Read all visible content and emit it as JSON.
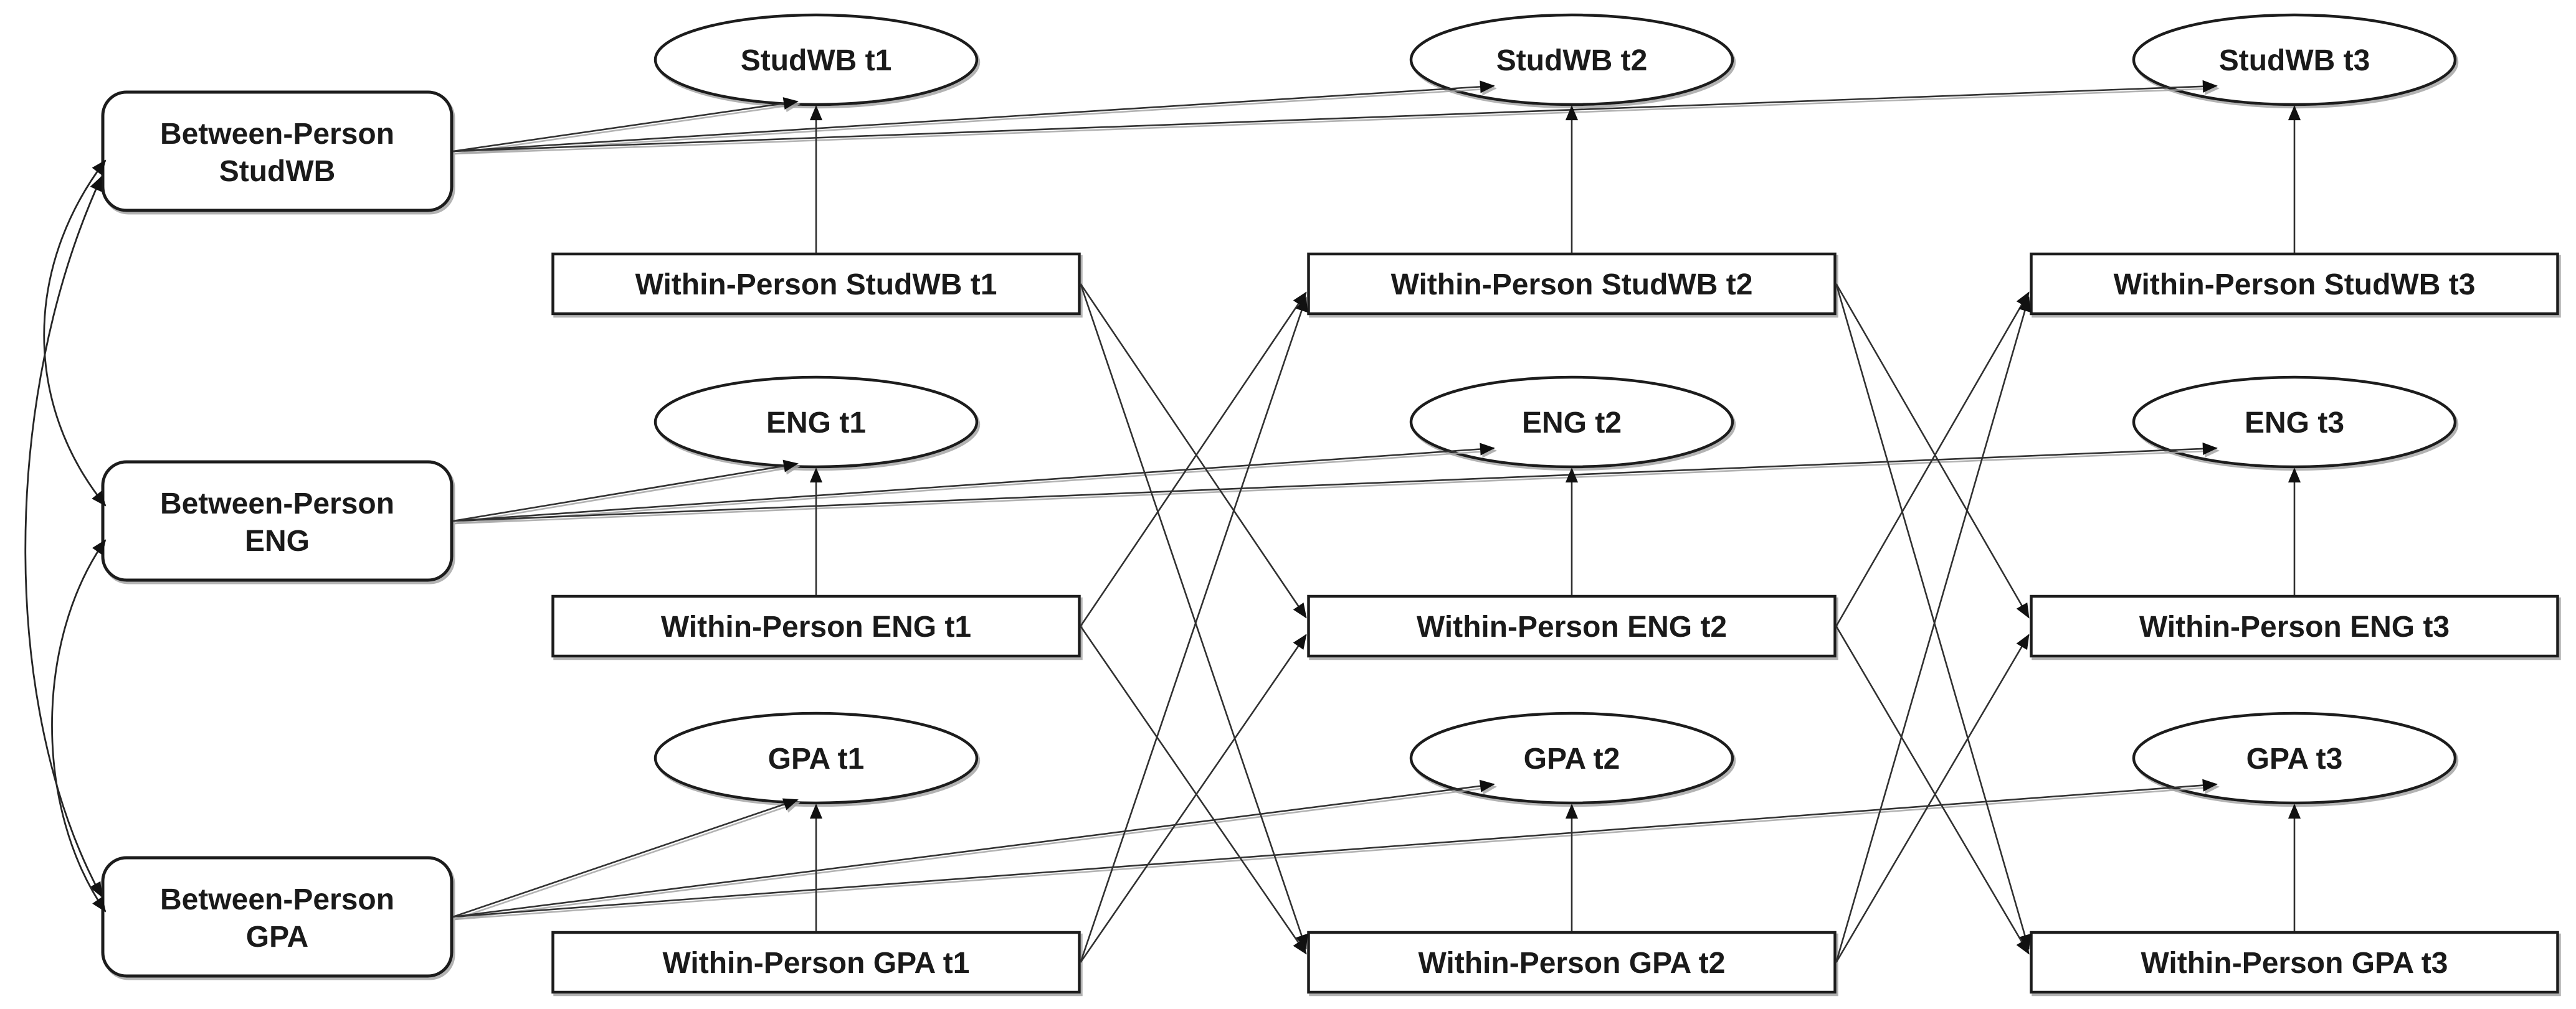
{
  "page": {
    "background": "#ffffff",
    "line_color": "#303030",
    "node_fill": "#ffffff",
    "node_stroke": "#1f1f1f",
    "text_color": "#1a1a1a"
  },
  "diagram": {
    "type": "structural-equation-path-diagram",
    "between_factors": [
      {
        "id": "bp-studwb",
        "label_lines": [
          "Between-Person",
          "StudWB"
        ]
      },
      {
        "id": "bp-eng",
        "label_lines": [
          "Between-Person",
          "ENG"
        ]
      },
      {
        "id": "bp-gpa",
        "label_lines": [
          "Between-Person",
          "GPA"
        ]
      }
    ],
    "rows": [
      {
        "id": "studwb",
        "latents": [
          "StudWB t1",
          "StudWB t2",
          "StudWB t3"
        ],
        "within": [
          "Within-Person StudWB t1",
          "Within-Person StudWB t2",
          "Within-Person StudWB t3"
        ]
      },
      {
        "id": "eng",
        "latents": [
          "ENG t1",
          "ENG t2",
          "ENG t3"
        ],
        "within": [
          "Within-Person ENG t1",
          "Within-Person ENG t2",
          "Within-Person ENG t3"
        ]
      },
      {
        "id": "gpa",
        "latents": [
          "GPA t1",
          "GPA t2",
          "GPA t3"
        ],
        "within": [
          "Within-Person GPA t1",
          "Within-Person GPA t2",
          "Within-Person GPA t3"
        ]
      }
    ],
    "edges": {
      "correlations": [
        [
          "bp-studwb",
          "bp-eng"
        ],
        [
          "bp-studwb",
          "bp-gpa"
        ],
        [
          "bp-eng",
          "bp-gpa"
        ]
      ],
      "loadings": [
        [
          "bp-studwb",
          "lat-studwb-t1"
        ],
        [
          "bp-studwb",
          "lat-studwb-t2"
        ],
        [
          "bp-studwb",
          "lat-studwb-t3"
        ],
        [
          "bp-eng",
          "lat-eng-t1"
        ],
        [
          "bp-eng",
          "lat-eng-t2"
        ],
        [
          "bp-eng",
          "lat-eng-t3"
        ],
        [
          "bp-gpa",
          "lat-gpa-t1"
        ],
        [
          "bp-gpa",
          "lat-gpa-t2"
        ],
        [
          "bp-gpa",
          "lat-gpa-t3"
        ]
      ],
      "indicators": [
        [
          "wp-studwb-t1",
          "lat-studwb-t1"
        ],
        [
          "wp-studwb-t2",
          "lat-studwb-t2"
        ],
        [
          "wp-studwb-t3",
          "lat-studwb-t3"
        ],
        [
          "wp-eng-t1",
          "lat-eng-t1"
        ],
        [
          "wp-eng-t2",
          "lat-eng-t2"
        ],
        [
          "wp-eng-t3",
          "lat-eng-t3"
        ],
        [
          "wp-gpa-t1",
          "lat-gpa-t1"
        ],
        [
          "wp-gpa-t2",
          "lat-gpa-t2"
        ],
        [
          "wp-gpa-t3",
          "lat-gpa-t3"
        ]
      ],
      "structural": [
        [
          "wp-studwb-t1",
          "wp-studwb-t2"
        ],
        [
          "wp-studwb-t1",
          "wp-eng-t2"
        ],
        [
          "wp-studwb-t1",
          "wp-gpa-t2"
        ],
        [
          "wp-eng-t1",
          "wp-studwb-t2"
        ],
        [
          "wp-eng-t1",
          "wp-eng-t2"
        ],
        [
          "wp-eng-t1",
          "wp-gpa-t2"
        ],
        [
          "wp-gpa-t1",
          "wp-studwb-t2"
        ],
        [
          "wp-gpa-t1",
          "wp-eng-t2"
        ],
        [
          "wp-gpa-t1",
          "wp-gpa-t2"
        ],
        [
          "wp-studwb-t2",
          "wp-studwb-t3"
        ],
        [
          "wp-studwb-t2",
          "wp-eng-t3"
        ],
        [
          "wp-studwb-t2",
          "wp-gpa-t3"
        ],
        [
          "wp-eng-t2",
          "wp-studwb-t3"
        ],
        [
          "wp-eng-t2",
          "wp-eng-t3"
        ],
        [
          "wp-eng-t2",
          "wp-gpa-t3"
        ],
        [
          "wp-gpa-t2",
          "wp-studwb-t3"
        ],
        [
          "wp-gpa-t2",
          "wp-eng-t3"
        ],
        [
          "wp-gpa-t2",
          "wp-gpa-t3"
        ]
      ]
    }
  }
}
